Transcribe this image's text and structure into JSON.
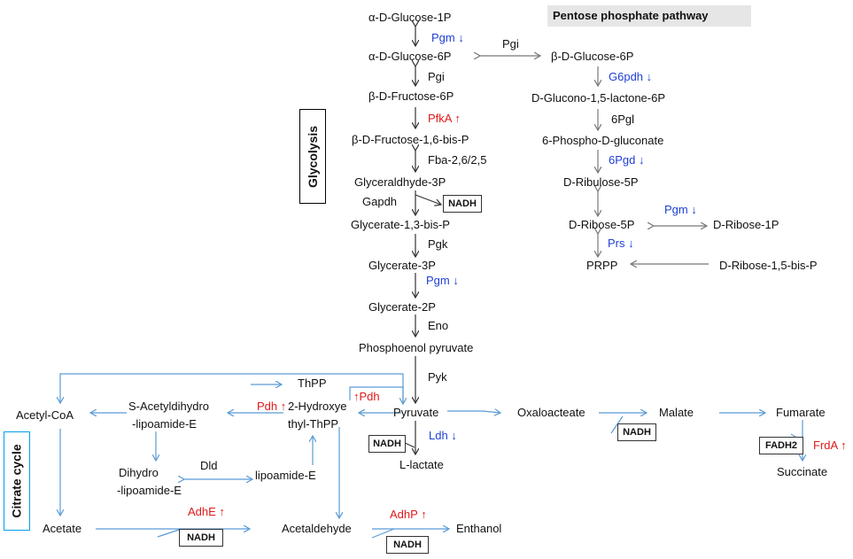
{
  "titles": {
    "pentose": "Pentose phosphate pathway",
    "glycolysis": "Glycolysis",
    "citrate": "Citrate cycle"
  },
  "metabolites": {
    "glc1p": "α-D-Glucose-1P",
    "glc6p": "α-D-Glucose-6P",
    "fru6p": "β-D-Fructose-6P",
    "fbp": "β-D-Fructose-1,6-bis-P",
    "g3p": "Glyceraldhyde-3P",
    "bpg": "Glycerate-1,3-bis-P",
    "pg3": "Glycerate-3P",
    "pg2": "Glycerate-2P",
    "pep": "Phosphoenol pyruvate",
    "pyruvate": "Pyruvate",
    "lactate": "L-lactate",
    "bglc6p": "β-D-Glucose-6P",
    "gluconolactone": "D-Glucono-1,5-lactone-6P",
    "pgluconate": "6-Phospho-D-gluconate",
    "ribulose5p": "D-Ribulose-5P",
    "ribose5p": "D-Ribose-5P",
    "ribose1p": "D-Ribose-1P",
    "prpp": "PRPP",
    "ribose15bp": "D-Ribose-1,5-bis-P",
    "oxaloacetate": "Oxaloacteate",
    "malate": "Malate",
    "fumarate": "Fumarate",
    "succinate": "Succinate",
    "acetylcoa": "Acetyl-CoA",
    "sacetyl_1": "S-Acetyldihydro",
    "sacetyl_2": "-lipoamide-E",
    "hydroxy_1": "2-Hydroxye",
    "hydroxy_2": "thyl-ThPP",
    "thpp": "ThPP",
    "dihydro_1": "Dihydro",
    "dihydro_2": "-lipoamide-E",
    "lipoamide": "lipoamide-E",
    "acetate": "Acetate",
    "acetaldehyde": "Acetaldehyde",
    "ethanol": "Enthanol"
  },
  "enzymes": {
    "pgm1": {
      "name": "Pgm",
      "arrow": "↓",
      "color": "#1f3fd6"
    },
    "pgi1": {
      "name": "Pgi"
    },
    "pgi2": {
      "name": "Pgi"
    },
    "pfka": {
      "name": "PfkA",
      "arrow": "↑",
      "color": "#e01a1a"
    },
    "fba": {
      "name": "Fba-2,6/2,5"
    },
    "gapdh": {
      "name": "Gapdh"
    },
    "pgk": {
      "name": "Pgk"
    },
    "pgm2": {
      "name": "Pgm",
      "arrow": "↓",
      "color": "#1f3fd6"
    },
    "eno": {
      "name": "Eno"
    },
    "pyk": {
      "name": "Pyk"
    },
    "ldh": {
      "name": "Ldh",
      "arrow": "↓",
      "color": "#1f3fd6"
    },
    "g6pdh": {
      "name": "G6pdh",
      "arrow": "↓",
      "color": "#1f3fd6"
    },
    "pgl": {
      "name": "6Pgl"
    },
    "pgd": {
      "name": "6Pgd",
      "arrow": "↓",
      "color": "#1f3fd6"
    },
    "pgm3": {
      "name": "Pgm",
      "arrow": "↓",
      "color": "#1f3fd6"
    },
    "prs": {
      "name": "Prs",
      "arrow": "↓",
      "color": "#1f3fd6"
    },
    "pdh1": {
      "name": "Pdh",
      "arrow": "↑",
      "color": "#e01a1a"
    },
    "pdh2": {
      "name": "Pdh",
      "arrow": "↑",
      "color": "#e01a1a"
    },
    "dld": {
      "name": "Dld"
    },
    "adhe": {
      "name": "AdhE",
      "arrow": "↑",
      "color": "#e01a1a"
    },
    "adhp": {
      "name": "AdhP",
      "arrow": "↑",
      "color": "#e01a1a"
    },
    "frda": {
      "name": "FrdA",
      "arrow": "↑",
      "color": "#e01a1a"
    }
  },
  "cofactors": {
    "nadh": "NADH",
    "fadh2": "FADH2"
  },
  "colors": {
    "glycolysis_arrow": "#333333",
    "ppp_arrow": "#777777",
    "citrate_arrow": "#5b9bd5",
    "citrate_box": "#00a0e9",
    "up_regulated": "#e01a1a",
    "down_regulated": "#1f3fd6"
  }
}
